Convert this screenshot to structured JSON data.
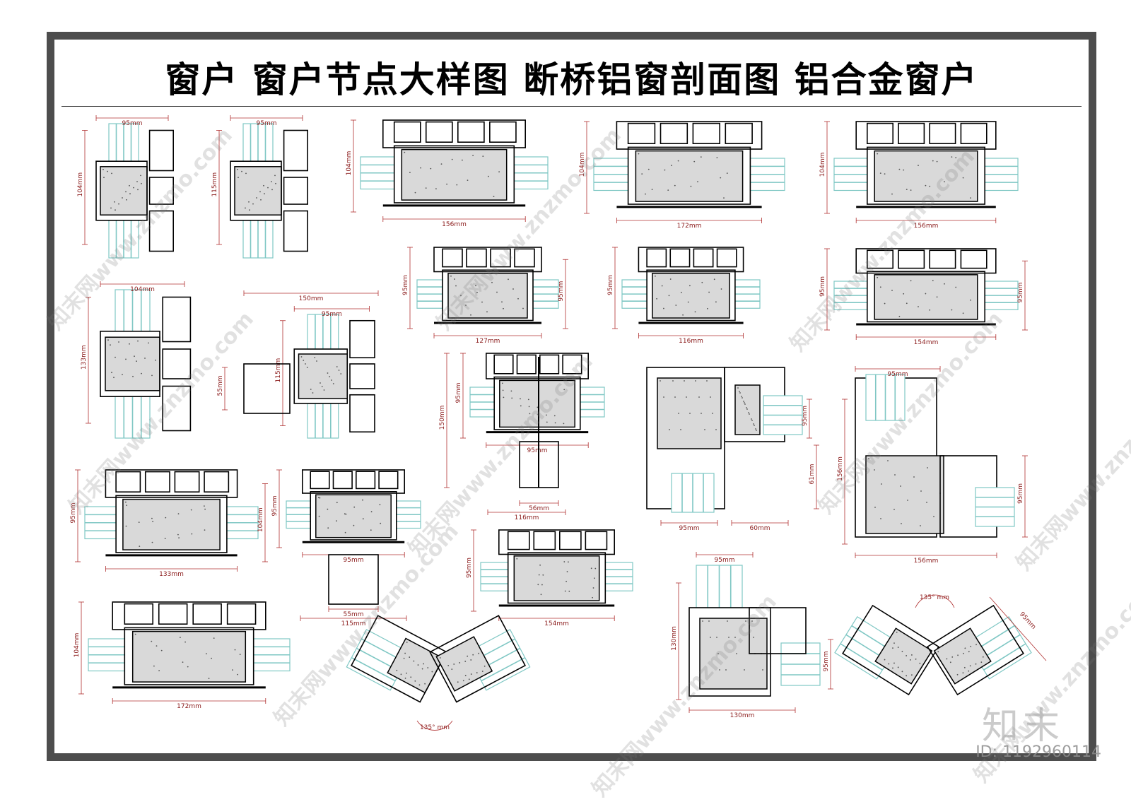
{
  "title": "窗户  窗户节点大样图  断桥铝窗剖面图  铝合金窗户",
  "watermark_text": "www.znzmo.com",
  "watermark_cn": "知末网",
  "brand_logo": "知末",
  "image_id": "ID: 1192960114",
  "colors": {
    "frame": "#4d4d4d",
    "dimension": "#b03030",
    "glass": "#7fc7c4",
    "profile": "#000000",
    "insulation_fill": "#d9d9d9"
  },
  "details": [
    {
      "id": "d1",
      "dims": [
        "95mm",
        "104mm"
      ]
    },
    {
      "id": "d2",
      "dims": [
        "95mm",
        "115mm"
      ]
    },
    {
      "id": "d3",
      "dims": [
        "104mm",
        "156mm"
      ]
    },
    {
      "id": "d4",
      "dims": [
        "104mm",
        "172mm"
      ]
    },
    {
      "id": "d5",
      "dims": [
        "104mm",
        "156mm"
      ]
    },
    {
      "id": "d6",
      "dims": [
        "95mm",
        "95mm",
        "127mm"
      ]
    },
    {
      "id": "d7",
      "dims": [
        "95mm",
        "116mm"
      ]
    },
    {
      "id": "d8",
      "dims": [
        "95mm",
        "95mm",
        "154mm"
      ]
    },
    {
      "id": "d9",
      "dims": [
        "104mm",
        "133mm"
      ]
    },
    {
      "id": "d10",
      "dims": [
        "150mm",
        "95mm",
        "115mm",
        "55mm"
      ]
    },
    {
      "id": "d11",
      "dims": [
        "150mm",
        "95mm",
        "56mm",
        "116mm"
      ]
    },
    {
      "id": "d12",
      "dims": [
        "95mm",
        "61mm",
        "95mm",
        "60mm"
      ]
    },
    {
      "id": "d13",
      "dims": [
        "95mm",
        "156mm",
        "95mm",
        "156mm"
      ]
    },
    {
      "id": "d14",
      "dims": [
        "95mm",
        "104mm",
        "133mm"
      ]
    },
    {
      "id": "d15",
      "dims": [
        "95mm",
        "55mm",
        "115mm"
      ]
    },
    {
      "id": "d16",
      "dims": [
        "95mm",
        "154mm"
      ]
    },
    {
      "id": "d17",
      "dims": [
        "104mm",
        "172mm"
      ]
    },
    {
      "id": "d18",
      "dims": [
        "135° mm"
      ]
    },
    {
      "id": "d19",
      "dims": [
        "95mm",
        "130mm",
        "95mm",
        "130mm"
      ]
    },
    {
      "id": "d20",
      "dims": [
        "135° mm",
        "95mm"
      ]
    }
  ]
}
